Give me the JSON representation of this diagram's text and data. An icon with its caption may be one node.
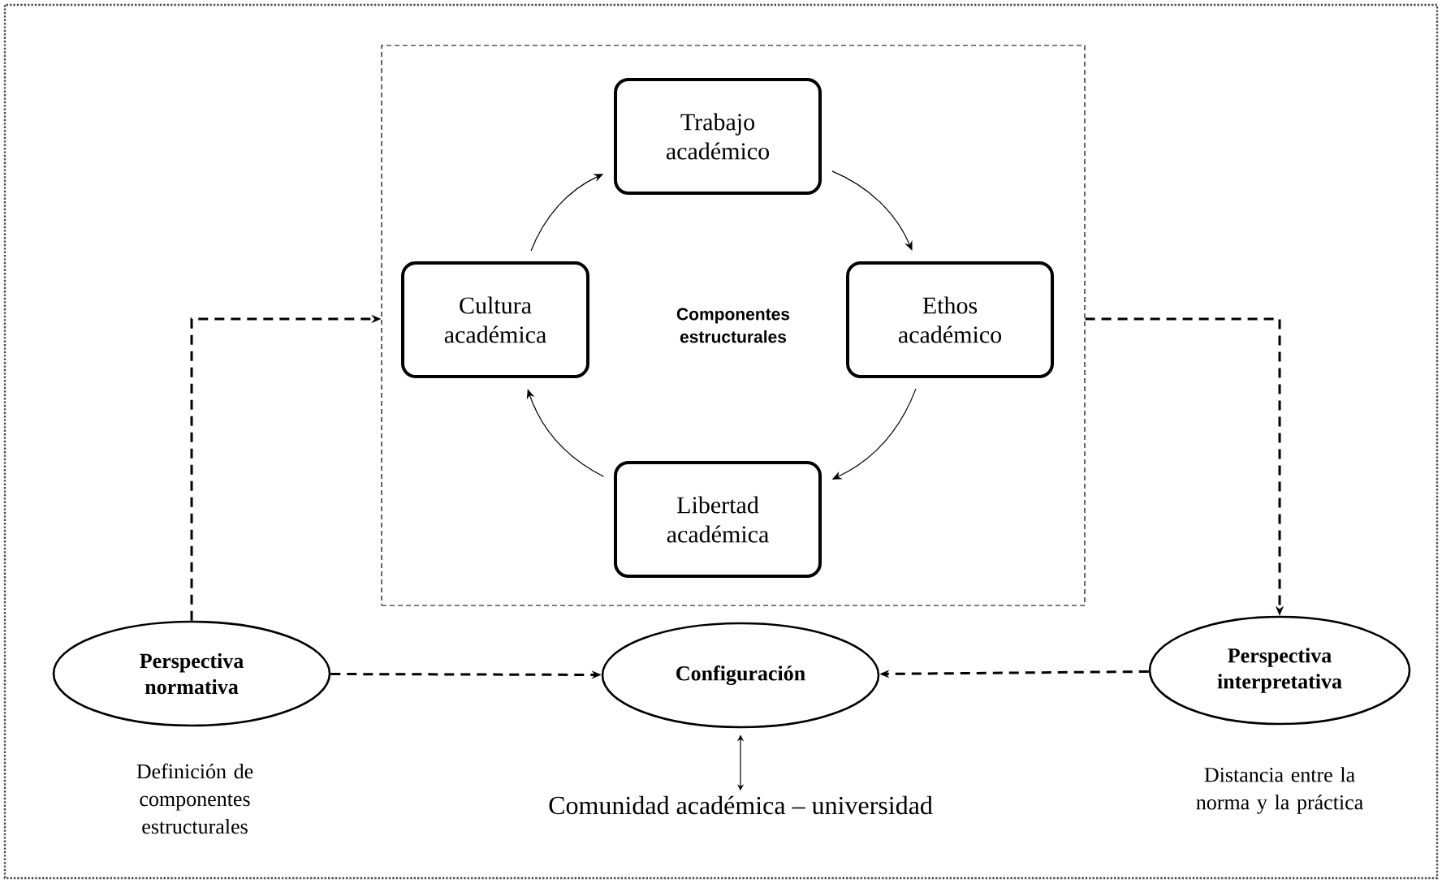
{
  "diagram": {
    "nodes": [
      {
        "text": [
          "Componentes estructurales"
        ]
      },
      {
        "text": [
          "Trabajo académico"
        ],
        "in": 0
      },
      {
        "text": [
          "Cultura académica"
        ],
        "in": 0
      },
      {
        "text": [
          "Ethos académico"
        ],
        "in": 0
      },
      {
        "text": [
          "Libertad académica"
        ],
        "in": 0
      },
      {
        "text": [
          "Perspectiva normativa"
        ],
        "beside": [
          "Definición de componentes estructurales"
        ]
      },
      {
        "text": [
          "Configuración"
        ]
      },
      {
        "text": [
          "Perspectiva interpretativa"
        ],
        "beside": [
          "Distancia entre la norma y la práctica"
        ]
      },
      {
        "text": [
          "Comunidad académica – universidad"
        ]
      }
    ],
    "edges": [
      {
        "from": 2,
        "to": 1,
        "arrow": "to"
      },
      {
        "from": 1,
        "to": 3,
        "arrow": "to"
      },
      {
        "from": 3,
        "to": 4,
        "arrow": "to"
      },
      {
        "from": 4,
        "to": 2,
        "arrow": "to"
      },
      {
        "from": 5,
        "to": 0,
        "arrow": "to",
        "style": "dashed"
      },
      {
        "from": 0,
        "to": 7,
        "arrow": "to",
        "style": "dashed"
      },
      {
        "from": 5,
        "to": 6,
        "arrow": "to",
        "style": "dashed"
      },
      {
        "from": 7,
        "to": 6,
        "arrow": "to",
        "style": "dashed"
      },
      {
        "from": 6,
        "to": 8,
        "arrow": "both"
      }
    ]
  }
}
